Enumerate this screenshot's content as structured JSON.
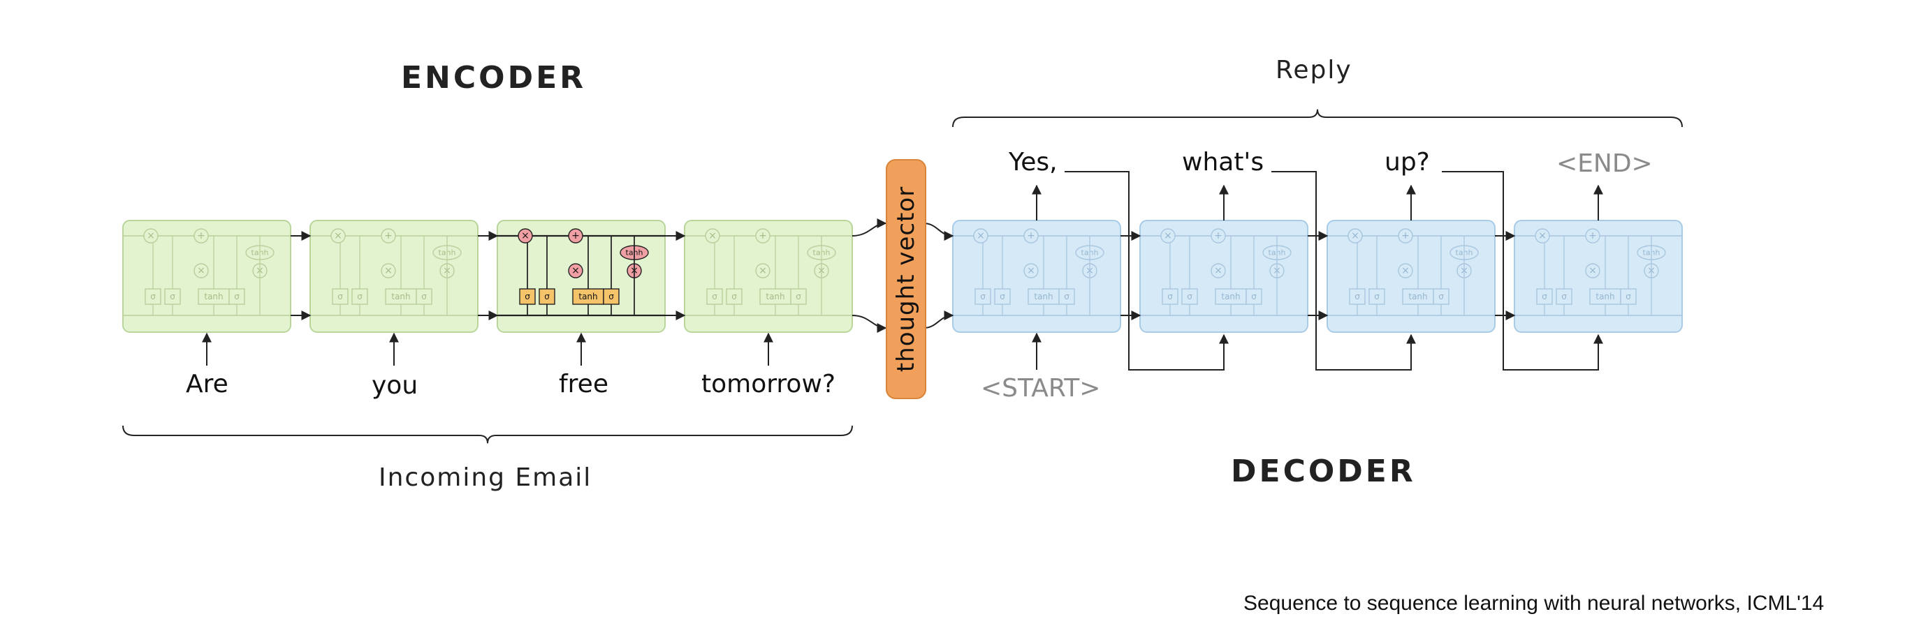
{
  "encoder_title": "ENCODER",
  "decoder_title": "DECODER",
  "reply_label": "Reply",
  "incoming_label": "Incoming Email",
  "thought_vector": "thought vector",
  "inputs": [
    "Are",
    "you",
    "free",
    "tomorrow?"
  ],
  "decoder_start": "<START>",
  "outputs": [
    "Yes,",
    "what's",
    "up?",
    "<END>"
  ],
  "cell_labels": {
    "sigma": "σ",
    "tanh": "tanh",
    "times": "×",
    "plus": "+"
  },
  "citation": "Sequence to sequence learning with neural networks, ICML'14",
  "colors": {
    "encoder_cell": "#e3f2cf",
    "encoder_border": "#b9d59a",
    "decoder_cell": "#d5e9f7",
    "decoder_border": "#a9cbe6",
    "highlight_gate": "#f5c46a",
    "highlight_op": "#f0a0a5",
    "thought": "#f0a05a"
  }
}
